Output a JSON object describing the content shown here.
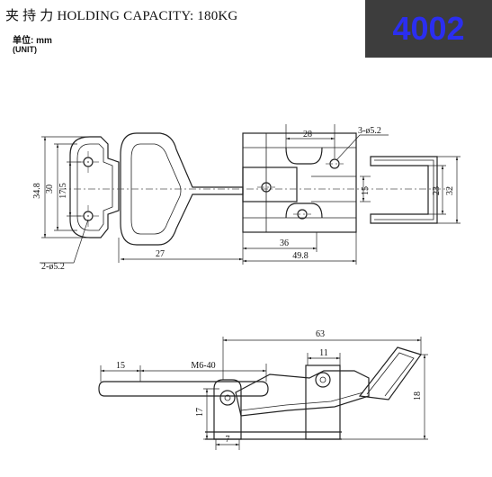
{
  "header": {
    "title": "夹 持 力 HOLDING CAPACITY:  180KG",
    "unit_zh": "单位: mm",
    "unit_en": "(UNIT)"
  },
  "badge": {
    "model": "4002",
    "bg_color": "#3d3d3d",
    "text_color": "#2b2ef0"
  },
  "top_view_dims": {
    "d34_8": "34.8",
    "d30": "30",
    "d17_5": "17.5",
    "d27": "27",
    "holes_left": "2-ø5.2",
    "d28": "28",
    "holes_right": "3-ø5.2",
    "d15": "15",
    "d23": "23",
    "d32": "32",
    "d36": "36",
    "d49_8": "49.8"
  },
  "side_view_dims": {
    "d63": "63",
    "d11": "11",
    "d15": "15",
    "thread": "M6-40",
    "d17": "17",
    "d7": "7",
    "d18": "18"
  }
}
